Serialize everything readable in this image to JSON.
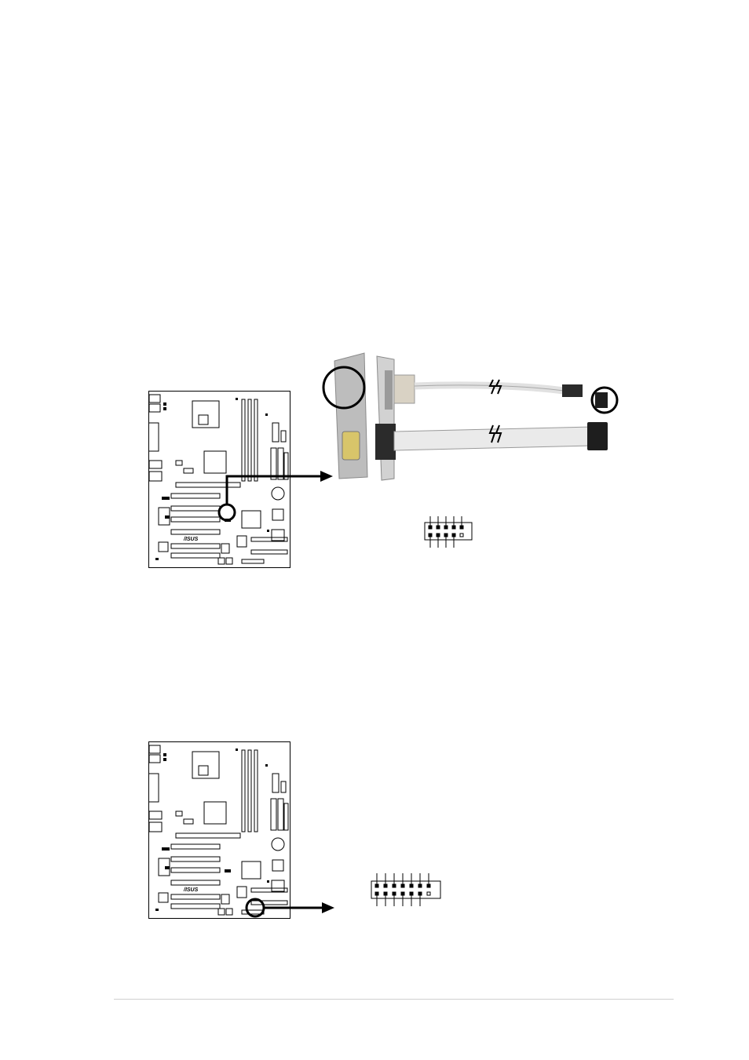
{
  "figure1": {
    "board_logo": "/ISUS",
    "connector": {
      "type": "header",
      "pins_per_row": 5,
      "rows": 2
    }
  },
  "figure2": {
    "board_logo": "/ISUS",
    "connector": {
      "type": "header",
      "pins_per_row": 7,
      "rows": 2
    }
  },
  "colors": {
    "ink": "#000000",
    "cable": "#e4e4e4",
    "bracket": "#c9c9c9",
    "rule": "#cfcfcf"
  }
}
